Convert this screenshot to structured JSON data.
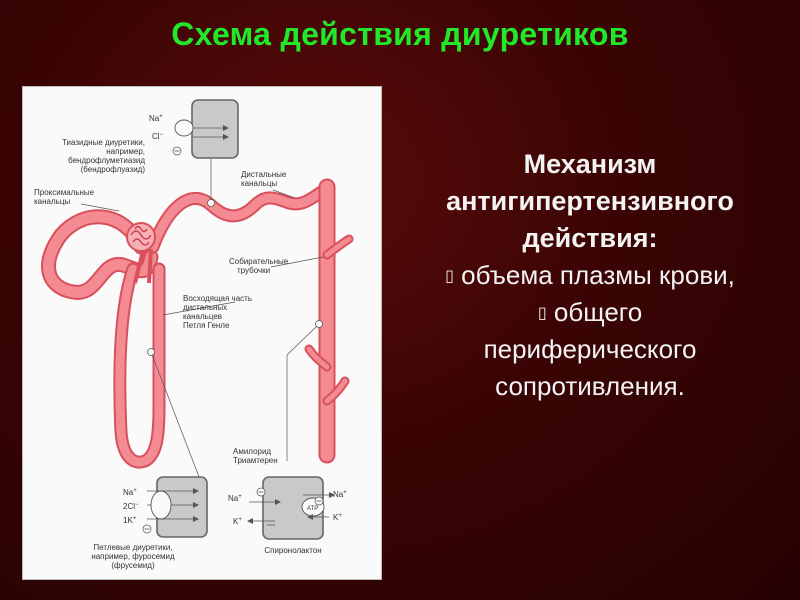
{
  "slide": {
    "title": "Схема действия диуретиков"
  },
  "diagram": {
    "labels": {
      "thiazide_title": "Тиазидные диуретики,",
      "thiazide_example": "например,",
      "thiazide_drug": "бендрофлуметиазид",
      "thiazide_alt": "(бендрофлуазид)",
      "proximal_1": "Проксимальные",
      "proximal_2": "канальцы",
      "distal_1": "Дистальные",
      "distal_2": "канальцы",
      "collecting_1": "Собирательные",
      "collecting_2": "трубочки",
      "ascending_1": "Восходящая часть",
      "ascending_2": "дистальных",
      "ascending_3": "канальцев",
      "ascending_4": "Петля Генле",
      "amiloride": "Амилорид",
      "triamterene": "Триамтерен",
      "loop_title": "Петлевые диуретики,",
      "loop_example": "например, фуросемид",
      "loop_alt": "(фрусемид)",
      "spironolactone": "Спиронолактон"
    },
    "ions": {
      "na": "Na",
      "cl": "Cl",
      "two_cl": "2Cl",
      "k": "K",
      "one_k": "1K",
      "plus": "+",
      "minus": "−",
      "atp": "ATP",
      "block": "⊖"
    },
    "colors": {
      "tubule_fill": "#f48a92",
      "tubule_stroke": "#d8505c",
      "cell_fill": "#c9c9c9",
      "cell_stroke": "#666666",
      "panel_bg": "#fafafa"
    }
  },
  "side_panel": {
    "heading_1": "Механизм",
    "heading_2": "антигипертензивного",
    "heading_3": "действия:",
    "bullet_glyph": "▯",
    "bullet_1": "объема плазмы крови,",
    "bullet_2": "общего",
    "bullet_2_cont_1": "периферического",
    "bullet_2_cont_2": "сопротивления."
  }
}
